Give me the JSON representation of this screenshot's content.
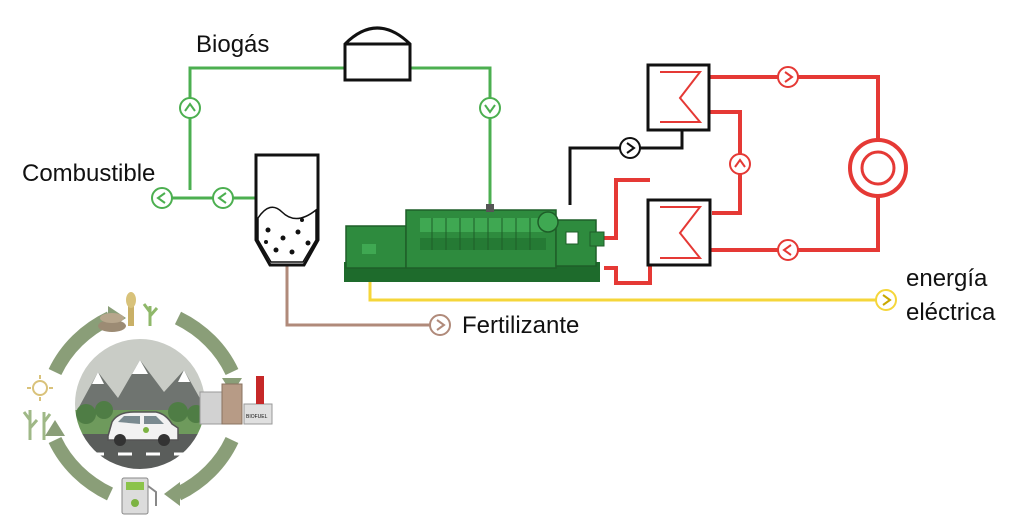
{
  "labels": {
    "biogas": "Biogás",
    "fuel": "Combustible",
    "fertilizer": "Fertilizante",
    "energy_line1": "energía",
    "energy_line2": "eléctrica"
  },
  "inset": {
    "sign_text": "BIOFUEL"
  },
  "colors": {
    "biogas": "#4caf50",
    "water": "#e53935",
    "exhaust": "#111111",
    "electric": "#f5d63a",
    "fertilizer": "#b08a7a",
    "engine": "#2e8b3e",
    "cycle_arrow": "#8a9e78"
  }
}
